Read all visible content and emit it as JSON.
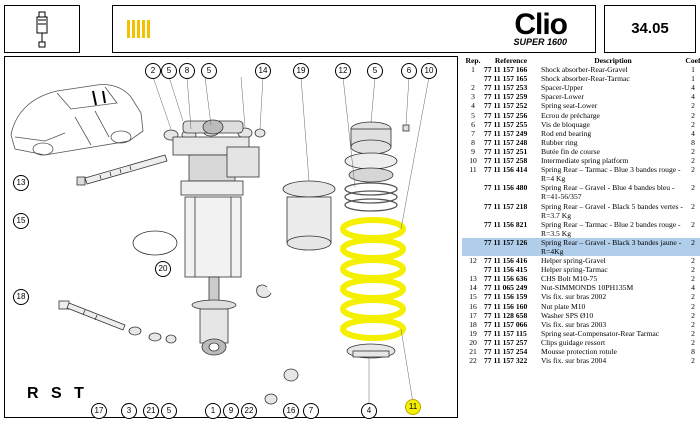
{
  "header": {
    "page_number": "34.05",
    "logo_text": "Clio",
    "logo_subtitle": "SUPER 1600"
  },
  "diagram": {
    "brand": "R S T",
    "callouts": [
      "2",
      "5",
      "8",
      "5",
      "14",
      "19",
      "12",
      "5",
      "6",
      "10",
      "13",
      "15",
      "20",
      "18",
      "17",
      "3",
      "21",
      "5",
      "1",
      "9",
      "22",
      "16",
      "7",
      "4",
      "11"
    ]
  },
  "parts": {
    "headers": {
      "rep": "Rep.",
      "reference": "Reference",
      "description": "Description",
      "coef": "Coef"
    },
    "rows": [
      {
        "rep": "1",
        "ref": "77 11 157 166",
        "desc": "Shock absorber-Rear-Gravel",
        "coef": "1"
      },
      {
        "rep": "",
        "ref": "77 11 157 165",
        "desc": "Shock absorber-Rear-Tarmac",
        "coef": "1"
      },
      {
        "rep": "2",
        "ref": "77 11 157 253",
        "desc": "Spacer-Upper",
        "coef": "4"
      },
      {
        "rep": "3",
        "ref": "77 11 157 259",
        "desc": "Spacer-Lower",
        "coef": "4"
      },
      {
        "rep": "4",
        "ref": "77 11 157 252",
        "desc": "Spring seat-Lower",
        "coef": "2"
      },
      {
        "rep": "5",
        "ref": "77 11 157 256",
        "desc": "Ecrou de précharge",
        "coef": "2"
      },
      {
        "rep": "6",
        "ref": "77 11 157 255",
        "desc": "Vis de bloquage",
        "coef": "2"
      },
      {
        "rep": "7",
        "ref": "77 11 157 249",
        "desc": "Rod end bearing",
        "coef": "4"
      },
      {
        "rep": "8",
        "ref": "77 11 157 248",
        "desc": "Rubber ring",
        "coef": "8"
      },
      {
        "rep": "9",
        "ref": "77 11 157 251",
        "desc": "Butée fin de course",
        "coef": "2"
      },
      {
        "rep": "10",
        "ref": "77 11 157 258",
        "desc": "Intermediate spring platform",
        "coef": "2"
      },
      {
        "rep": "11",
        "ref": "77 11 156 414",
        "desc": "Spring Rear – Tarmac - Blue 3 bandes rouge - R=4 Kg",
        "coef": "2"
      },
      {
        "rep": "",
        "ref": "77 11 156 480",
        "desc": "Spring Rear – Gravel - Blue 4 bandes bleu - R=41-56/357",
        "coef": "2"
      },
      {
        "rep": "",
        "ref": "77 11 157 218",
        "desc": "Spring Rear – Gravel - Black 5 bandes vertes - R=3.7 Kg",
        "coef": "2"
      },
      {
        "rep": "",
        "ref": "77 11 156 821",
        "desc": "Spring Rear – Tarmac - Blue 2 bandes rouge - R=3.5 Kg",
        "coef": "2"
      },
      {
        "rep": "",
        "ref": "77 11 157 126",
        "desc": "Spring Rear – Gravel - Black 3 bandes jaune - R=4Kg",
        "coef": "2",
        "highlight": true
      },
      {
        "rep": "12",
        "ref": "77 11 156 416",
        "desc": "Helper spring-Gravel",
        "coef": "2"
      },
      {
        "rep": "",
        "ref": "77 11 156 415",
        "desc": "Helper spring-Tarmac",
        "coef": "2"
      },
      {
        "rep": "13",
        "ref": "77 11 156 636",
        "desc": "CHS Bolt M10-75",
        "coef": "2"
      },
      {
        "rep": "14",
        "ref": "77 11 065 249",
        "desc": "Nut-SIMMONDS 10PH135M",
        "coef": "4"
      },
      {
        "rep": "15",
        "ref": "77 11 156 159",
        "desc": "Vis fix. sur bras 2002",
        "coef": "2"
      },
      {
        "rep": "16",
        "ref": "77 11 156 160",
        "desc": "Nut plate M10",
        "coef": "2"
      },
      {
        "rep": "17",
        "ref": "77 11 128 658",
        "desc": "Washer SPS Ø10",
        "coef": "2"
      },
      {
        "rep": "18",
        "ref": "77 11 157 066",
        "desc": "Vis fix. sur bras 2003",
        "coef": "2"
      },
      {
        "rep": "19",
        "ref": "77 11 157 115",
        "desc": "Spring seat-Compensator-Rear Tarmac",
        "coef": "2"
      },
      {
        "rep": "20",
        "ref": "77 11 157 257",
        "desc": "Clips guidage ressort",
        "coef": "2"
      },
      {
        "rep": "21",
        "ref": "77 11 157 254",
        "desc": "Mousse protection rotule",
        "coef": "8"
      },
      {
        "rep": "22",
        "ref": "77 11 157 322",
        "desc": "Vis fix. sur bras 2004",
        "coef": "2"
      }
    ]
  },
  "colors": {
    "highlight_yellow": "#f5f000",
    "row_highlight": "#b0cdea",
    "stripe_yellow": "#f2c200"
  }
}
